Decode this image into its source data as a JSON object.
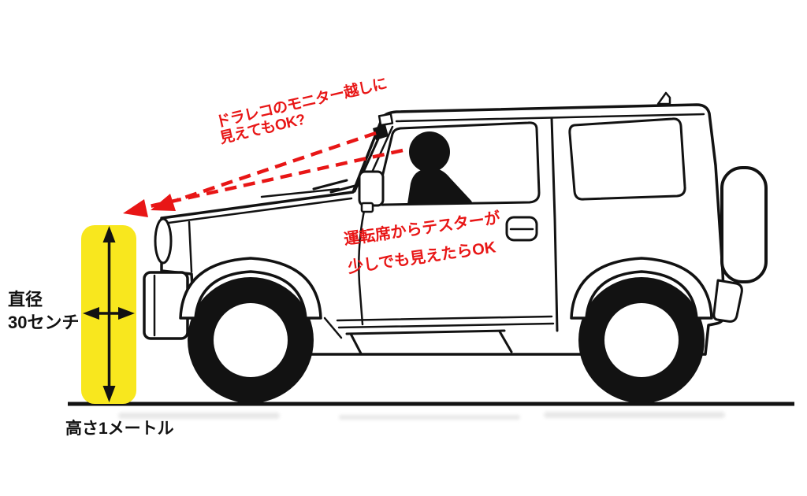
{
  "diagram": {
    "annotations": {
      "dashcam_note": "ドラレコのモニター越しに\n見えてもOK?",
      "driver_note": "運転席からテスターが\n少しでも見えたらOK"
    },
    "measurements": {
      "diameter_label": "直径\n30センチ",
      "height_label": "高さ1メートル"
    },
    "colors": {
      "annotation_red": "#e81616",
      "pole_yellow": "#f8e71e",
      "ink_black": "#121212"
    },
    "parts": [
      {
        "name": "car-side-view-illustration"
      },
      {
        "name": "driver-silhouette"
      },
      {
        "name": "dashcam"
      },
      {
        "name": "side-mirror"
      },
      {
        "name": "yellow-test-pole"
      },
      {
        "name": "sight-line-from-dashcam"
      },
      {
        "name": "sight-line-from-driver"
      },
      {
        "name": "height-dimension-arrow"
      },
      {
        "name": "diameter-dimension-arrow"
      },
      {
        "name": "ground-line"
      },
      {
        "name": "spare-tire"
      },
      {
        "name": "front-wheel"
      },
      {
        "name": "rear-wheel"
      }
    ]
  }
}
